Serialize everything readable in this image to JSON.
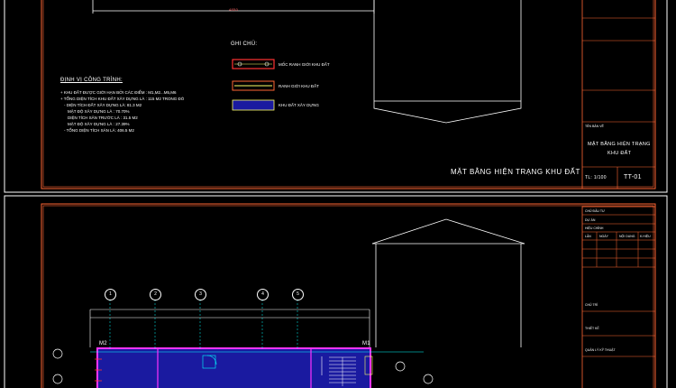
{
  "top_sheet": {
    "dimension_label": "4850",
    "notes_title": "GHI CHÚ:",
    "legend": [
      {
        "label": "MỐC RANH GIỚI KHU ĐẤT",
        "color": "#ff3333"
      },
      {
        "label": "RANH GIỚI KHU ĐẤT",
        "color": "#ffff66"
      },
      {
        "label": "KHU ĐẤT XÂY DỰNG",
        "color": "#2222cc"
      }
    ],
    "info_title": "ĐỊNH VỊ CÔNG TRÌNH:",
    "info_lines": [
      "+ KHU ĐẤT ĐƯỢC GIỚI HẠN BỞI CÁC ĐIỂM : M1,M2...M5,M6",
      "+ TỔNG DIỆN TÍCH KHU ĐẤT XÂY DỰNG LÀ : 115 M2 TRONG ĐÓ",
      "- DIỆN TÍCH ĐẤT XÂY DỰNG LÀ: 81.3 M2",
      "MẬT ĐỘ XÂY DỰNG LÀ : 70.70%",
      "DIỆN TÍCH SÂN TRƯỚC LÀ : 31.5 M2",
      "MẬT ĐỘ XÂY DỰNG LÀ : 27.39%",
      "- TỔNG DIỆN TÍCH SÀN LÀ: 406.5 M2"
    ],
    "drawing_title": "MẶT BẰNG HIỆN TRẠNG KHU ĐẤT",
    "title_block": {
      "sheet_title_line1": "MẶT BẰNG HIỆN TRẠNG",
      "sheet_title_line2": "KHU ĐẤT",
      "scale": "TL: 1/100",
      "sheet_no": "TT-01",
      "small_label": "TÊN BẢN VẼ"
    }
  },
  "bottom_sheet": {
    "title_block": {
      "header1": "CHỦ ĐẦU TƯ",
      "header2": "DỰ ÁN",
      "header3": "HIỆU CHỈNH",
      "columns": [
        "LẦN",
        "NGÀY",
        "NỘI DUNG",
        "K.HIỆU"
      ],
      "label_a": "CHỦ TRÌ",
      "label_b": "THIẾT KẾ",
      "label_c": "QUẢN LÝ KỸ THUẬT"
    },
    "marker_left": "M2",
    "marker_right": "M1",
    "axis_markers": [
      "1",
      "2",
      "3",
      "4",
      "5"
    ]
  },
  "colors": {
    "border": "#ff6633",
    "cyan": "#00ffff",
    "magenta": "#ff33ff",
    "blue_fill": "#1a1aa0",
    "yellow": "#ffff66"
  }
}
